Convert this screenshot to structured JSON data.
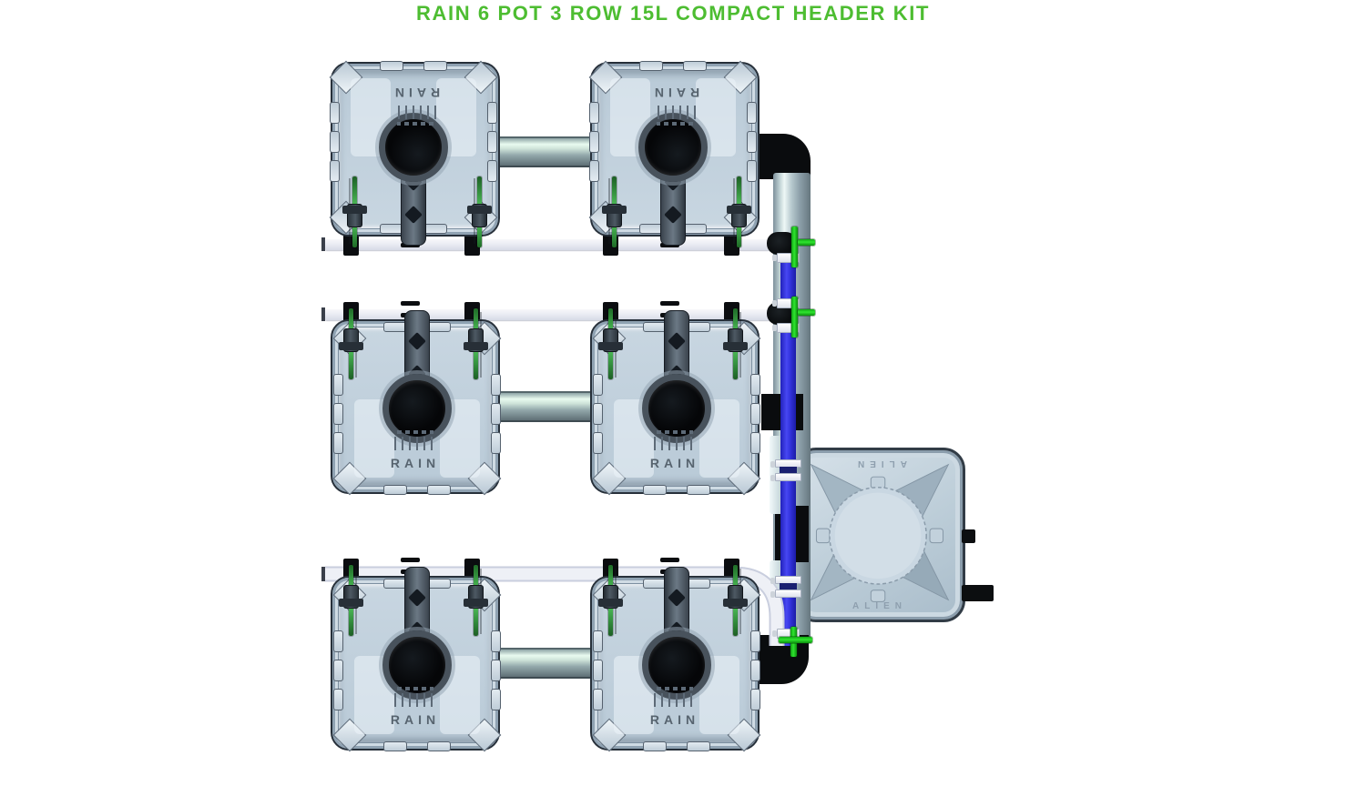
{
  "title": {
    "text": "RAIN 6 POT 3 ROW 15L COMPACT HEADER KIT",
    "color": "#4dbd31"
  },
  "pot": {
    "brand_label": "RAIN",
    "count": 6,
    "rows": 3,
    "size_label": "15L"
  },
  "tank": {
    "brand_label": "ALIEN",
    "role": "compact header tank"
  },
  "colors": {
    "title_green": "#4dbd31",
    "clamp_green": "#2fe52f",
    "clip_green": "#46b350",
    "feed_pipe_blue": "#3d3de8",
    "level_pipe_white": "#eef0f6",
    "drain_pipe_black": "#0a0c0e",
    "manifold_pipe_gray": "#b9cbd0",
    "interpot_pipe_silver": "#cfe4da",
    "pot_body": "#c3d2dd",
    "tank_body": "#c0d0dc"
  }
}
